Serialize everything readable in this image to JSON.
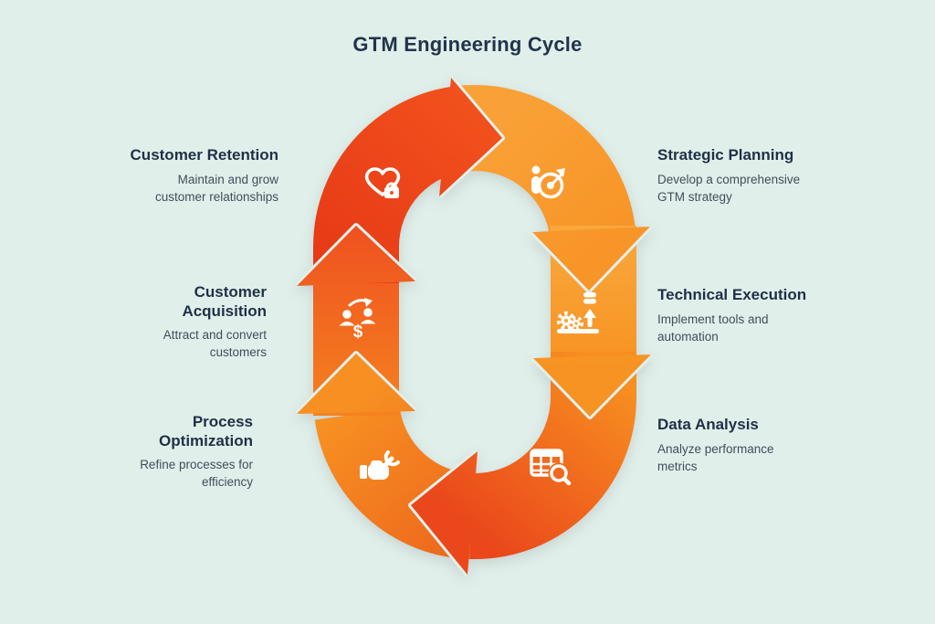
{
  "title": "GTM Engineering Cycle",
  "icon_dollar_sign": "$",
  "colors": {
    "background": "#e1efeb",
    "heading_text": "#1f3046",
    "body_text": "#414e59",
    "segment_red": "#e73a16",
    "segment_red_bright": "#f1511d",
    "segment_orange": "#f9a338",
    "segment_orange_deep": "#f78e20",
    "icon_white": "#ffffff"
  },
  "stages": [
    {
      "title": "Strategic Planning",
      "description": "Develop a comprehensive GTM strategy",
      "icon": "person-target-icon"
    },
    {
      "title": "Technical Execution",
      "description": "Implement tools and automation",
      "icon": "gears-automation-icon"
    },
    {
      "title": "Data Analysis",
      "description": "Analyze performance metrics",
      "icon": "table-magnifier-icon"
    },
    {
      "title": "Process Optimization",
      "description": "Refine processes for efficiency",
      "icon": "hand-wrench-icon"
    },
    {
      "title": "Customer Acquisition",
      "description": "Attract and convert customers",
      "icon": "people-exchange-dollar-icon"
    },
    {
      "title": "Customer Retention",
      "description": "Maintain and grow customer relationships",
      "icon": "heart-lock-icon"
    }
  ]
}
